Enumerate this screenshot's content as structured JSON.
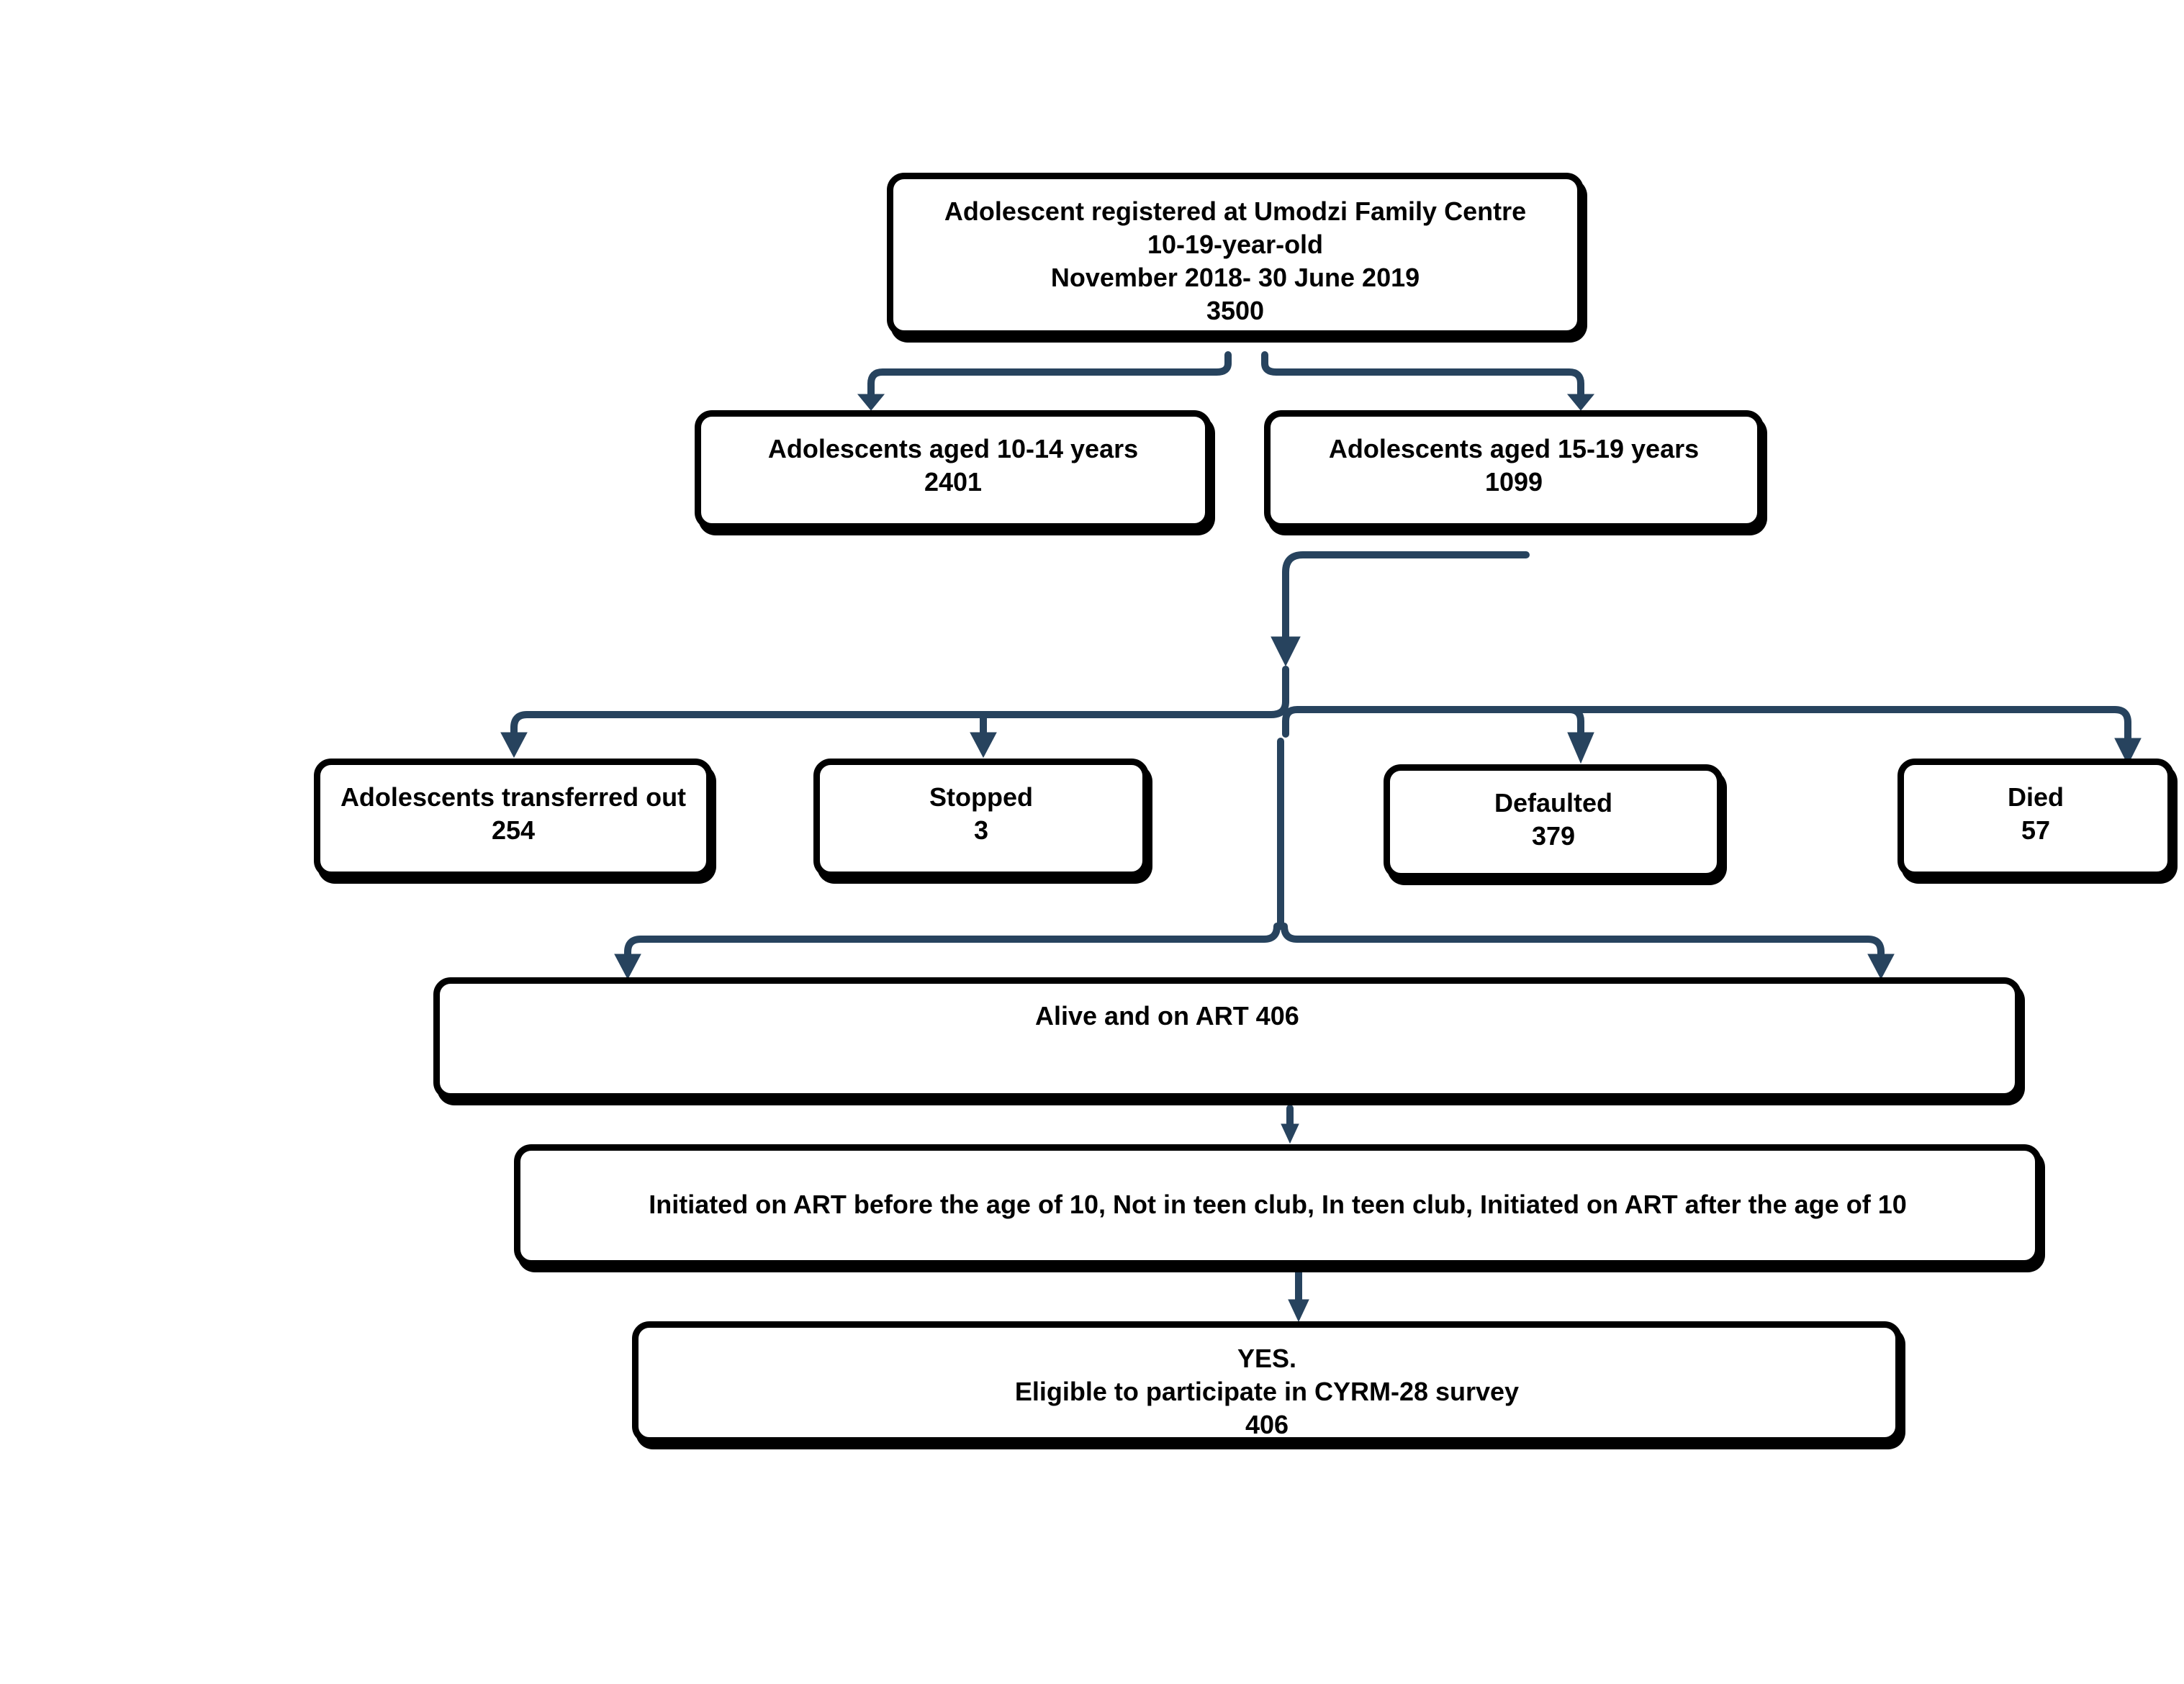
{
  "diagram": {
    "connector_color": "#27435e",
    "box_border_color": "#000000",
    "nodes": {
      "registered": {
        "lines": [
          "Adolescent registered at Umodzi Family Centre",
          "10-19-year-old",
          "November 2018- 30 June 2019",
          "3500"
        ]
      },
      "aged_10_14": {
        "lines": [
          "Adolescents aged 10-14 years",
          "2401"
        ]
      },
      "aged_15_19": {
        "lines": [
          "Adolescents aged 15-19 years",
          "1099"
        ]
      },
      "transferred_out": {
        "lines": [
          "Adolescents transferred out",
          "254"
        ]
      },
      "stopped": {
        "lines": [
          "Stopped",
          "3"
        ]
      },
      "defaulted": {
        "lines": [
          "Defaulted",
          "379"
        ]
      },
      "died": {
        "lines": [
          "Died",
          "57"
        ]
      },
      "alive_on_art": {
        "lines": [
          "Alive and on ART 406"
        ]
      },
      "initiated": {
        "lines": [
          "Initiated on ART before the age of 10, Not in teen club, In teen club, Initiated on ART after the age of 10"
        ]
      },
      "eligible": {
        "lines": [
          "YES.",
          "Eligible to participate in CYRM-28 survey",
          "406"
        ]
      }
    }
  }
}
